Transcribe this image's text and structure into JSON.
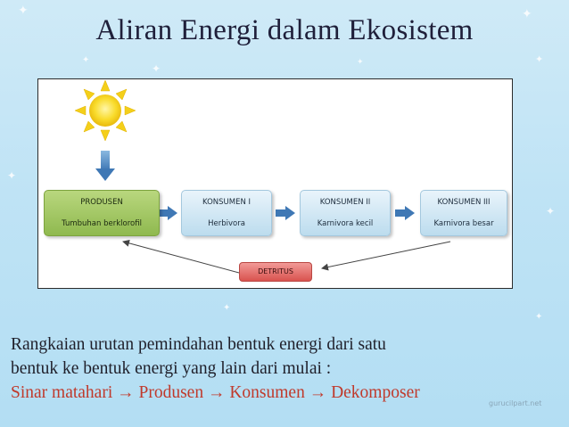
{
  "title": "Aliran Energi dalam Ekosistem",
  "diagram": {
    "produsen": {
      "label": "PRODUSEN",
      "sub": "Tumbuhan berklorofil"
    },
    "konsumen": [
      {
        "label": "KONSUMEN I",
        "sub": "Herbivora"
      },
      {
        "label": "KONSUMEN II",
        "sub": "Karnivora kecil"
      },
      {
        "label": "KONSUMEN III",
        "sub": "Karnivora besar"
      }
    ],
    "detritus": "DETRITUS"
  },
  "caption": {
    "line1": "Rangkaian urutan pemindahan bentuk energi dari satu",
    "line2": "bentuk ke bentuk energi yang lain dari mulai :",
    "line3": "Sinar matahari → Produsen → Konsumen → Dekomposer"
  },
  "watermark": "gurucilpart.net",
  "colors": {
    "accent_text": "#c0392b",
    "title": "#1f1f3a"
  }
}
